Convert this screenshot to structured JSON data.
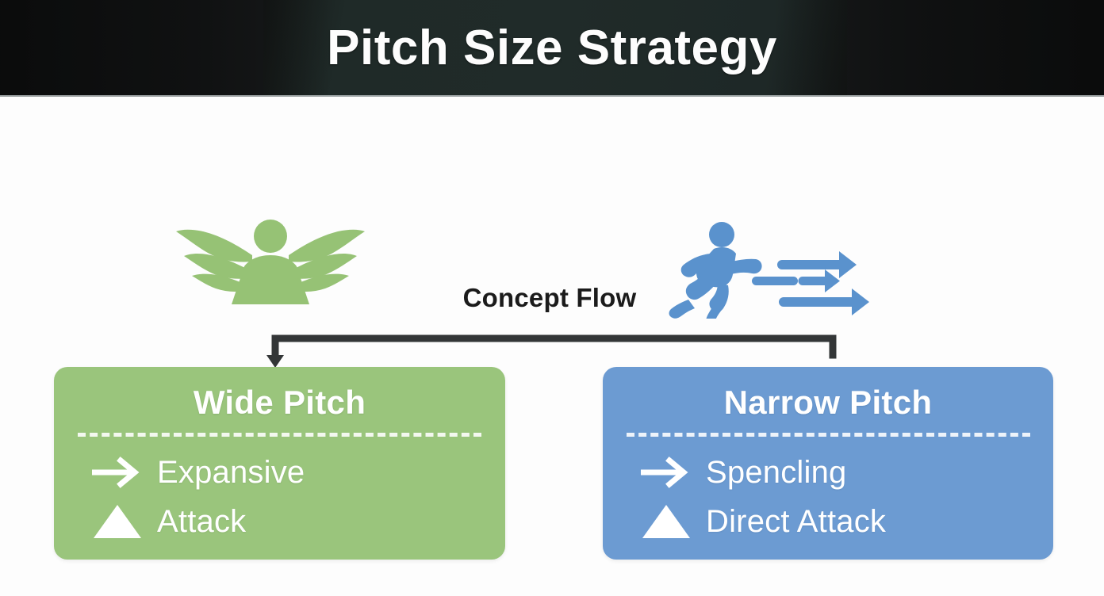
{
  "header": {
    "title": "Pitch Size Strategy",
    "background_color": "#1f2928",
    "edge_color": "#17191a",
    "title_color": "#fdfdfd"
  },
  "canvas": {
    "background_color": "#fdfdfd"
  },
  "icons": {
    "left": {
      "name": "winged-figure-icon",
      "color": "#96c275"
    },
    "right": {
      "name": "running-person-speed-icon",
      "color": "#5a92cd"
    }
  },
  "connector": {
    "label": "Concept Flow",
    "label_color": "#1b1b1b",
    "line_color": "#333637"
  },
  "cards": [
    {
      "title": "Wide Pitch",
      "color": "#9ac57c",
      "items": [
        {
          "icon": "arrow-right-icon",
          "label": "Expansive"
        },
        {
          "icon": "triangle-up-icon",
          "label": "Attack"
        }
      ]
    },
    {
      "title": "Narrow Pitch",
      "color": "#6c9bd2",
      "items": [
        {
          "icon": "arrow-right-icon",
          "label": "Spencling"
        },
        {
          "icon": "triangle-up-icon",
          "label": "Direct Attack"
        }
      ]
    }
  ]
}
